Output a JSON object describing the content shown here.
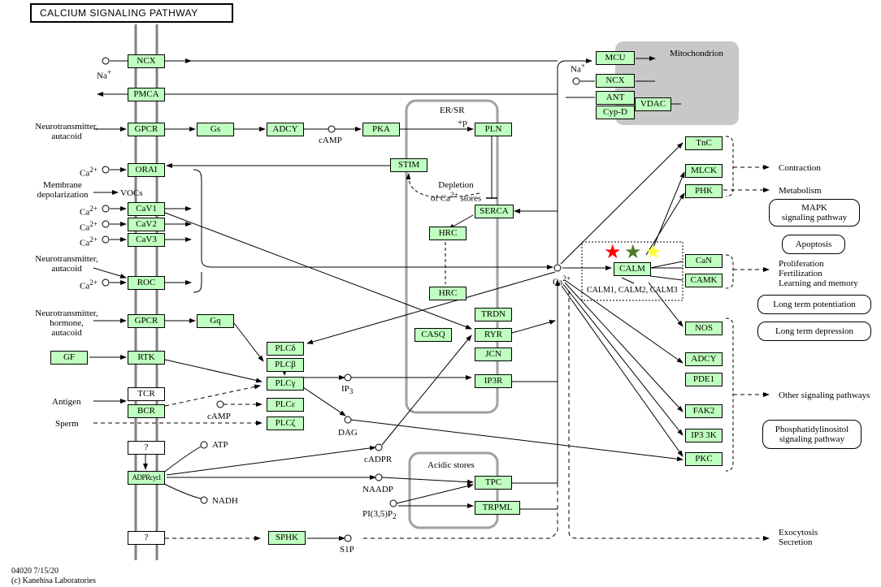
{
  "title": "CALCIUM SIGNALING PATHWAY",
  "footer": {
    "code": "04020 7/15/20",
    "copyright": "(c) Kanehisa Laboratories"
  },
  "colors": {
    "gene_fill": "#bfffbf",
    "mito_fill": "#c8c8c8",
    "membrane": "#808080",
    "star_red": "#ff0000",
    "star_green": "#4a7a2a",
    "star_yellow": "#ffff33"
  },
  "compartments": {
    "er": "ER/SR",
    "mito": "Mitochondrion",
    "acidic": "Acidic stores"
  },
  "genes": {
    "ncx1": "NCX",
    "pmca": "PMCA",
    "gpcr1": "GPCR",
    "gs": "Gs",
    "adcy1": "ADCY",
    "pka": "PKA",
    "pln": "PLN",
    "orai": "ORAI",
    "stim": "STIM",
    "cav1": "CaV1",
    "cav2": "CaV2",
    "cav3": "CaV3",
    "serca": "SERCA",
    "hrc1": "HRC",
    "hrc2": "HRC",
    "roc": "ROC",
    "gpcr2": "GPCR",
    "gq": "Gq",
    "plcd": "PLCδ",
    "plcb": "PLCβ",
    "plcg": "PLCγ",
    "plce": "PLCε",
    "plcz": "PLCζ",
    "gf": "GF",
    "rtk": "RTK",
    "tcr": "TCR",
    "bcr": "BCR",
    "unk1": "?",
    "unk2": "?",
    "adprc": "ADPRcycl",
    "sphk": "SPHK",
    "trdn": "TRDN",
    "casq": "CASQ",
    "ryr": "RYR",
    "jcn": "JCN",
    "ip3r": "IP3R",
    "tpc": "TPC",
    "trpml": "TRPML",
    "mcu": "MCU",
    "ncx2": "NCX",
    "ant": "ANT",
    "cypd": "Cyp-D",
    "vdac": "VDAC",
    "tnc": "TnC",
    "mlck": "MLCK",
    "phk": "PHK",
    "calm": "CALM",
    "can": "CaN",
    "camk": "CAMK",
    "nos": "NOS",
    "adcy2": "ADCY",
    "pde1": "PDE1",
    "fak2": "FAK2",
    "ip33k": "IP3 3K",
    "pkc": "PKC"
  },
  "labels": {
    "na1": "Na",
    "na1_sup": "+",
    "na2": "Na",
    "na2_sup": "+",
    "nt1": "Neurotransmitter,",
    "nt1b": "autacoid",
    "camp1": "cAMP",
    "p": "+p",
    "ca_orai": "Ca",
    "ca_orai_sup": "2+",
    "membrane": "Membrane",
    "depol": "depolarization",
    "vocs": "VOCs",
    "ca_v1": "Ca",
    "ca_v1_sup": "2+",
    "ca_v2": "Ca",
    "ca_v2_sup": "2+",
    "ca_v3": "Ca",
    "ca_v3_sup": "2+",
    "depletion1": "Depletion",
    "depletion2": "of Ca",
    "depletion2_sup": "2+",
    "depletion3": " stores",
    "nt2": "Neurotransmitter,",
    "nt2b": "autacoid",
    "ca_roc": "Ca",
    "ca_roc_sup": "2+",
    "nt3": "Neurotransmitter,",
    "nt3b": "hormone,",
    "nt3c": "autacoid",
    "ip3": "IP",
    "ip3_sub": "3",
    "antigen": "Antigen",
    "sperm": "Sperm",
    "camp2": "cAMP",
    "dag": "DAG",
    "atp": "ATP",
    "cadpr": "cADPR",
    "nadh": "NADH",
    "naadp": "NAADP",
    "pip": "PI(3,5)P",
    "pip_sub": "2",
    "s1p": "S1P",
    "ca_center": "Ca",
    "ca_center_sup": "2+",
    "calm_family": "CALM1, CALM2, CALM3",
    "contraction": "Contraction",
    "metabolism": "Metabolism",
    "prolif": "Proliferation",
    "fert": "Fertilization",
    "learn": "Learning and memory",
    "other": "Other signaling pathways",
    "exo": "Exocytosis",
    "secr": "Secretion"
  },
  "pathways": {
    "mapk1": "MAPK",
    "mapk2": "signaling pathway",
    "apoptosis": "Apoptosis",
    "ltp": "Long term potentiation",
    "ltd": "Long term depression",
    "pi1": "Phosphatidylinositol",
    "pi2": "signaling pathway"
  },
  "stars": [
    "★",
    "★",
    "★"
  ]
}
